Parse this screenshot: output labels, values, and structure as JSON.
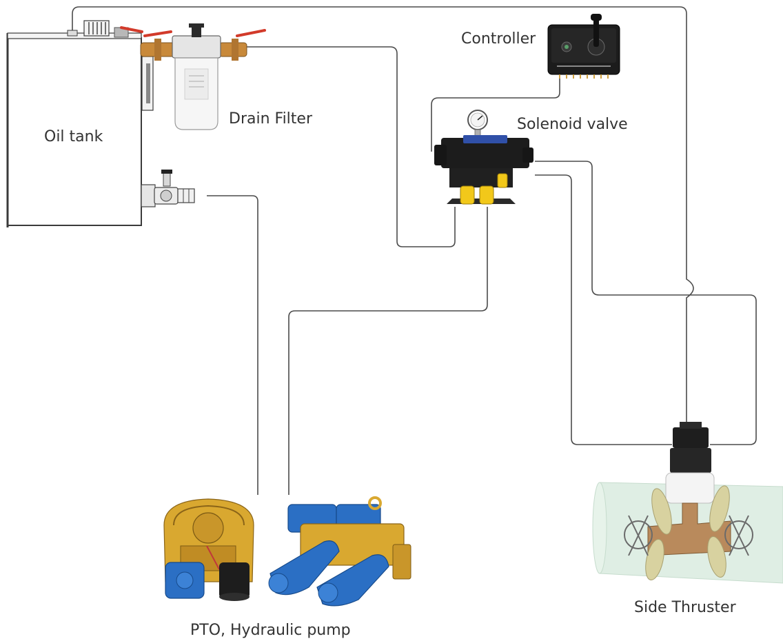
{
  "labels": {
    "oil_tank": "Oil tank",
    "drain_filter": "Drain Filter",
    "controller": "Controller",
    "solenoid_valve": "Solenoid valve",
    "side_thruster": "Side Thruster",
    "pump": "PTO, Hydraulic pump"
  },
  "colors": {
    "line": "#4a4a4a",
    "pump_yellow": "#d9a830",
    "pump_blue": "#2b6fc4",
    "brass": "#c8893a",
    "valve_black": "#1c1c1c",
    "connector_yellow": "#f2c81a",
    "thruster_tube": "#dfeee4",
    "propeller": "#d8d2a0",
    "red_handle": "#d23a2a"
  }
}
